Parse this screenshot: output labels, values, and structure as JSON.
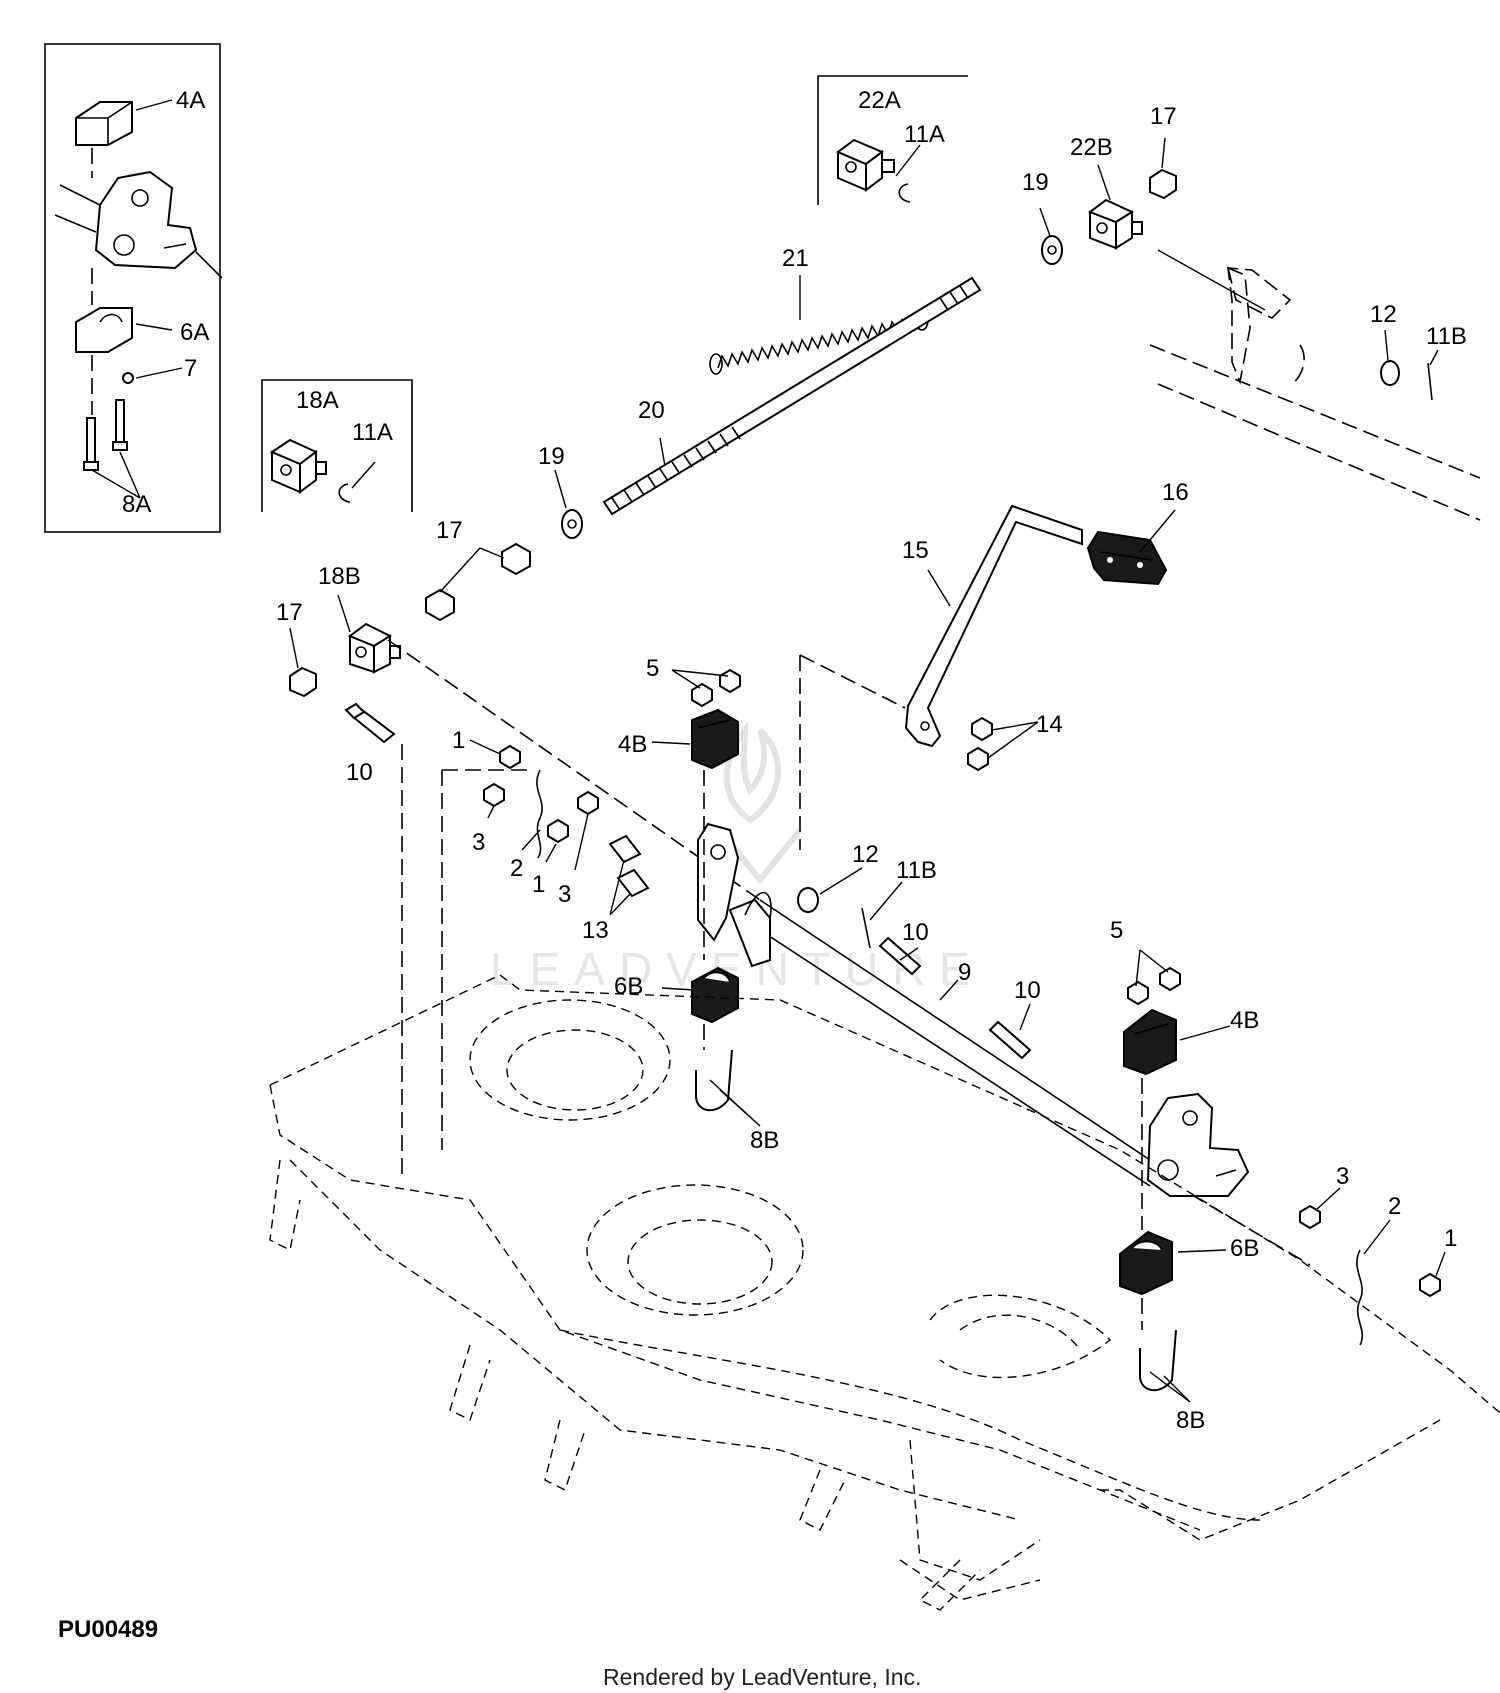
{
  "diagram": {
    "callouts": {
      "c_4A": "4A",
      "c_6A": "6A",
      "c_7": "7",
      "c_8A": "8A",
      "c_22A": "22A",
      "c_11A_top": "11A",
      "c_17_top": "17",
      "c_22B": "22B",
      "c_19_top": "19",
      "c_21": "21",
      "c_12_right": "12",
      "c_11B_right": "11B",
      "c_18A": "18A",
      "c_11A_left": "11A",
      "c_20": "20",
      "c_19_left": "19",
      "c_17_pair": "17",
      "c_18B": "18B",
      "c_17_left": "17",
      "c_16": "16",
      "c_15": "15",
      "c_5_left": "5",
      "c_4B_left": "4B",
      "c_14": "14",
      "c_10_left": "10",
      "c_1_left_top": "1",
      "c_3_left_a": "3",
      "c_2_left": "2",
      "c_1_left_b": "1",
      "c_3_left_b": "3",
      "c_12_mid": "12",
      "c_11B_mid": "11B",
      "c_13": "13",
      "c_10_mid": "10",
      "c_6B_left": "6B",
      "c_9": "9",
      "c_10_right": "10",
      "c_5_right": "5",
      "c_4B_right": "4B",
      "c_8B_left": "8B",
      "c_3_right": "3",
      "c_2_right": "2",
      "c_1_right": "1",
      "c_6B_right": "6B",
      "c_8B_right": "8B"
    },
    "figure_code": "PU00489",
    "watermark": "LEADVENTURE",
    "footer": "Rendered by LeadVenture, Inc."
  }
}
